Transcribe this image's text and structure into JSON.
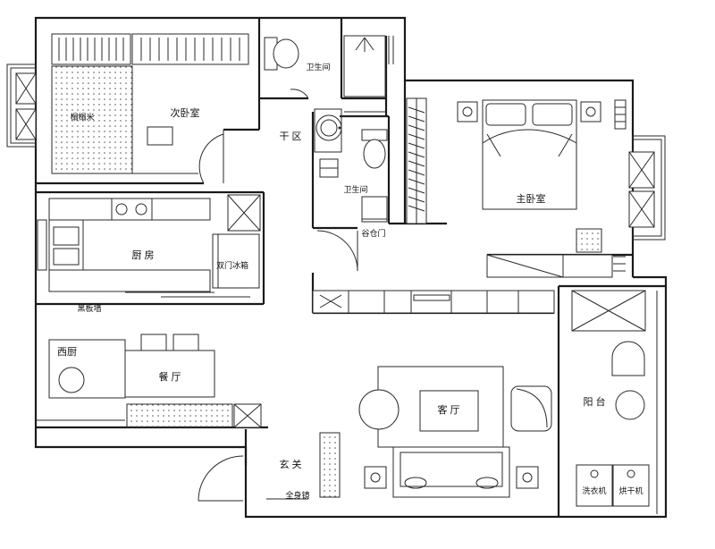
{
  "rooms": {
    "second_bedroom": "次卧室",
    "tatami": "榻榻米",
    "bathroom_upper": "卫生间",
    "dry_zone": "干 区",
    "bathroom_lower": "卫生间",
    "master_bedroom": "主卧室",
    "kitchen": "厨 房",
    "fridge": "双门冰箱",
    "grain_door": "谷仓门",
    "blackboard_wall": "黑板墙",
    "western_kitchen": "西厨",
    "dining_room": "餐 厅",
    "living_room": "客 厅",
    "balcony": "阳 台",
    "entrance": "玄 关",
    "full_mirror": "全身镜",
    "washer": "洗衣机",
    "dryer": "烘干机"
  }
}
